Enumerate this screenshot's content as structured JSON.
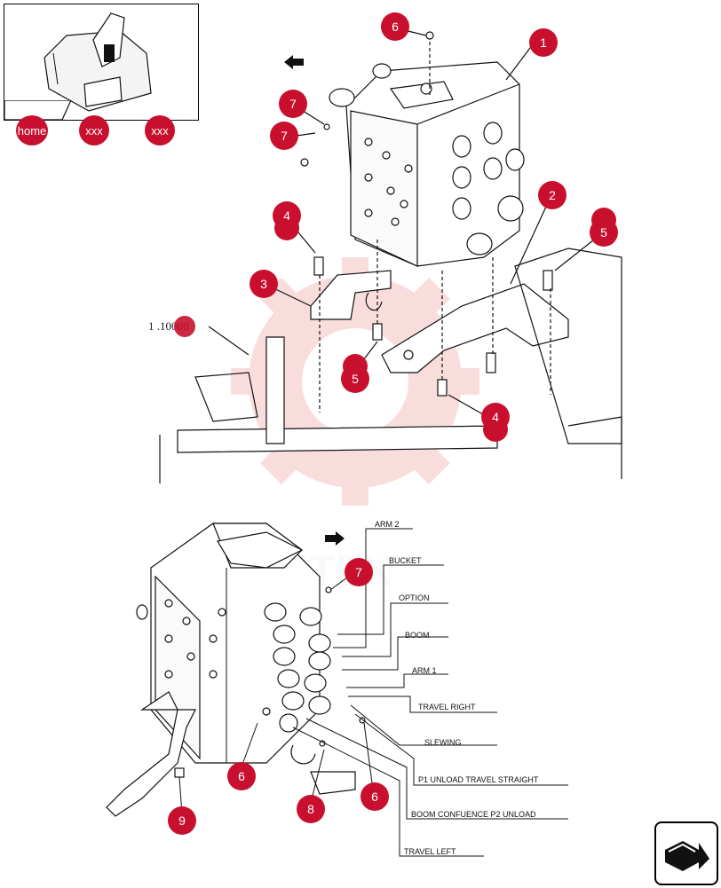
{
  "thumbnail_nav": {
    "home_label": "home",
    "nav1_label": "xxx",
    "nav2_label": "xxx"
  },
  "top_diagram": {
    "reference_label": "1 .10000",
    "callouts": [
      "1",
      "2",
      "3",
      "4",
      "4",
      "5",
      "5",
      "6",
      "7",
      "7"
    ]
  },
  "bottom_diagram": {
    "callouts": [
      "6",
      "6",
      "7",
      "8",
      "9"
    ],
    "labels": [
      "ARM 2",
      "BUCKET",
      "OPTION",
      "BOOM",
      "ARM 1",
      "TRAVEL RIGHT",
      "SLEWING",
      "P1 UNLOAD TRAVEL STRAIGHT",
      "BOOM CONFUENCE P2 UNLOAD",
      "TRAVEL LEFT"
    ]
  },
  "watermark_text": "HITEX",
  "colors": {
    "callout": "#c8102e",
    "watermark": "#f2b6b6",
    "line": "#111111"
  },
  "icons": {
    "direction_arrow_top": "left-arrow-icon",
    "direction_arrow_bottom": "right-arrow-icon",
    "next_page": "next-page-arrow-icon"
  }
}
